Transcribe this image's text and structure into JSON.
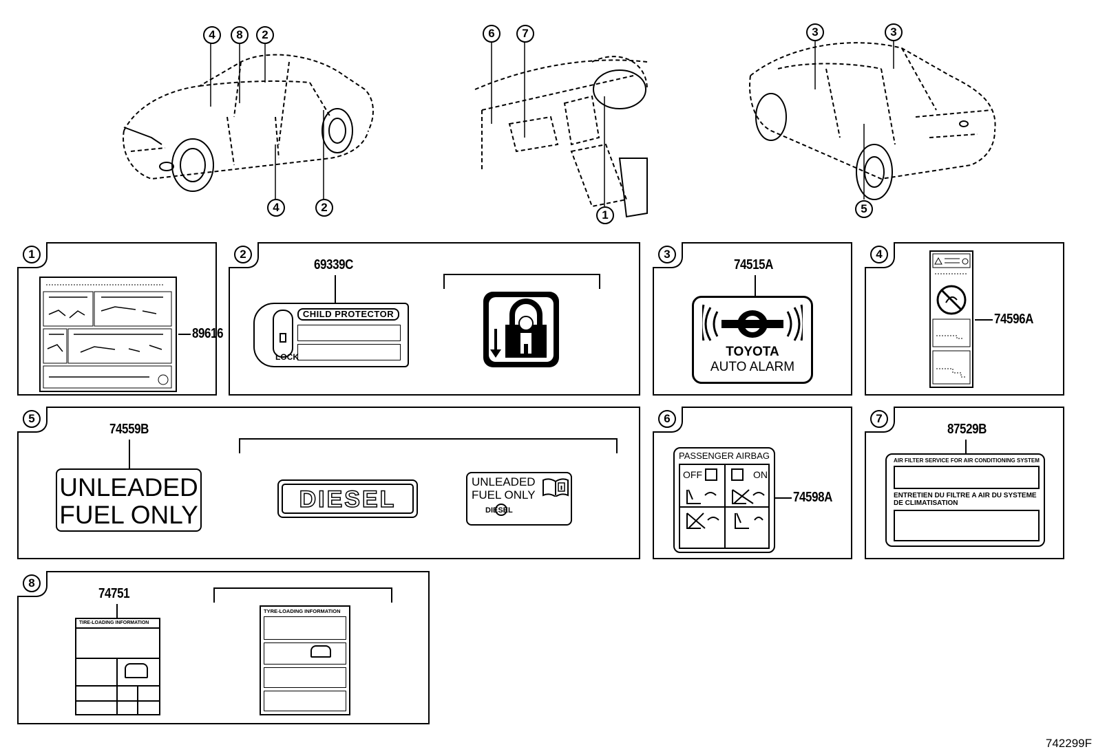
{
  "callouts": {
    "fig_left": [
      "4",
      "8",
      "2",
      "4",
      "2"
    ],
    "fig_mid": [
      "6",
      "7",
      "1"
    ],
    "fig_right": [
      "3",
      "3",
      "5"
    ]
  },
  "panels": [
    {
      "num": "1",
      "part": "89616"
    },
    {
      "num": "2",
      "part": "69339C",
      "label_title": "CHILD PROTECTOR",
      "label_lock": "LOCK"
    },
    {
      "num": "3",
      "part": "74515A",
      "line1": "TOYOTA",
      "line2": "AUTO ALARM"
    },
    {
      "num": "4",
      "part": "74596A"
    },
    {
      "num": "5",
      "part": "74559B",
      "unleaded": [
        "UNLEADED",
        "FUEL ONLY"
      ],
      "diesel": "DIESEL",
      "small": [
        "UNLEADED",
        "FUEL ONLY",
        "DIESEL"
      ]
    },
    {
      "num": "6",
      "part": "74598A",
      "title": "PASSENGER AIRBAG",
      "off": "OFF",
      "on": "ON"
    },
    {
      "num": "7",
      "part": "87529B",
      "line1": "AIR FILTER SERVICE FOR AIR CONDITIONING SYSTEM",
      "line2": "ENTRETIEN DU FILTRE A AIR DU SYSTEME",
      "line3": "DE CLIMATISATION"
    },
    {
      "num": "8",
      "part": "74751",
      "label1": "TIRE-LOADING INFORMATION",
      "label2": "TYRE-LOADING INFORMATION"
    }
  ],
  "figure_id": "742299F"
}
